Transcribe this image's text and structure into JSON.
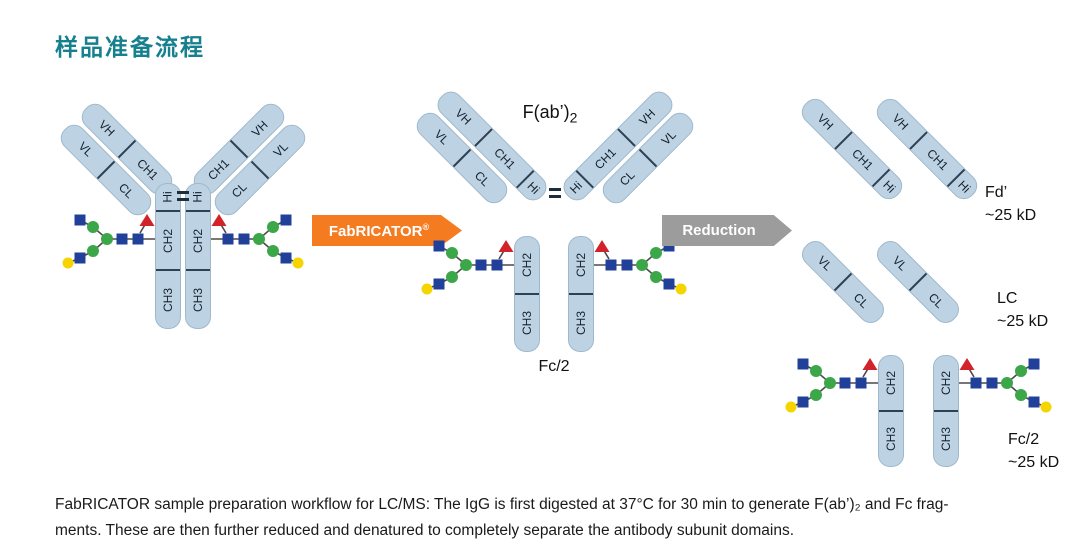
{
  "title": "样品准备流程",
  "arrows": {
    "fabricator_base": "FabRICATOR",
    "fabricator_reg": "®",
    "reduction": "Reduction"
  },
  "domains": {
    "vh": "VH",
    "vl": "VL",
    "ch1": "CH1",
    "cl": "CL",
    "hi": "Hi",
    "ch2": "CH2",
    "ch3": "CH3"
  },
  "labels": {
    "fab2_base": "F(ab’)",
    "fab2_sub": "2",
    "fc2_mid": "Fc/2",
    "fd_prime": "Fd’",
    "fd_mass": "~25 kD",
    "lc": "LC",
    "lc_mass": "~25 kD",
    "fc2_right": "Fc/2",
    "fc2_mass": "~25 kD"
  },
  "caption": {
    "line1": "FabRICATOR sample preparation workflow for LC/MS: The IgG is first digested at 37°C for 30 min to generate F(ab’)₂ and Fc frag-",
    "line2": "ments. These are then further reduced and denatured to completely separate the antibody subunit domains."
  },
  "colors": {
    "title": "#17808F",
    "domain_fill": "#BDD3E3",
    "domain_border": "#9FB9CC",
    "domain_divider": "#2E4154",
    "arrow_orange": "#F47B20",
    "arrow_gray": "#9C9C9C",
    "glycan_blue": "#21409A",
    "glycan_green": "#3BA749",
    "glycan_yellow": "#F5D400",
    "glycan_red": "#D2232A",
    "caption_text": "#1A1A1A"
  }
}
